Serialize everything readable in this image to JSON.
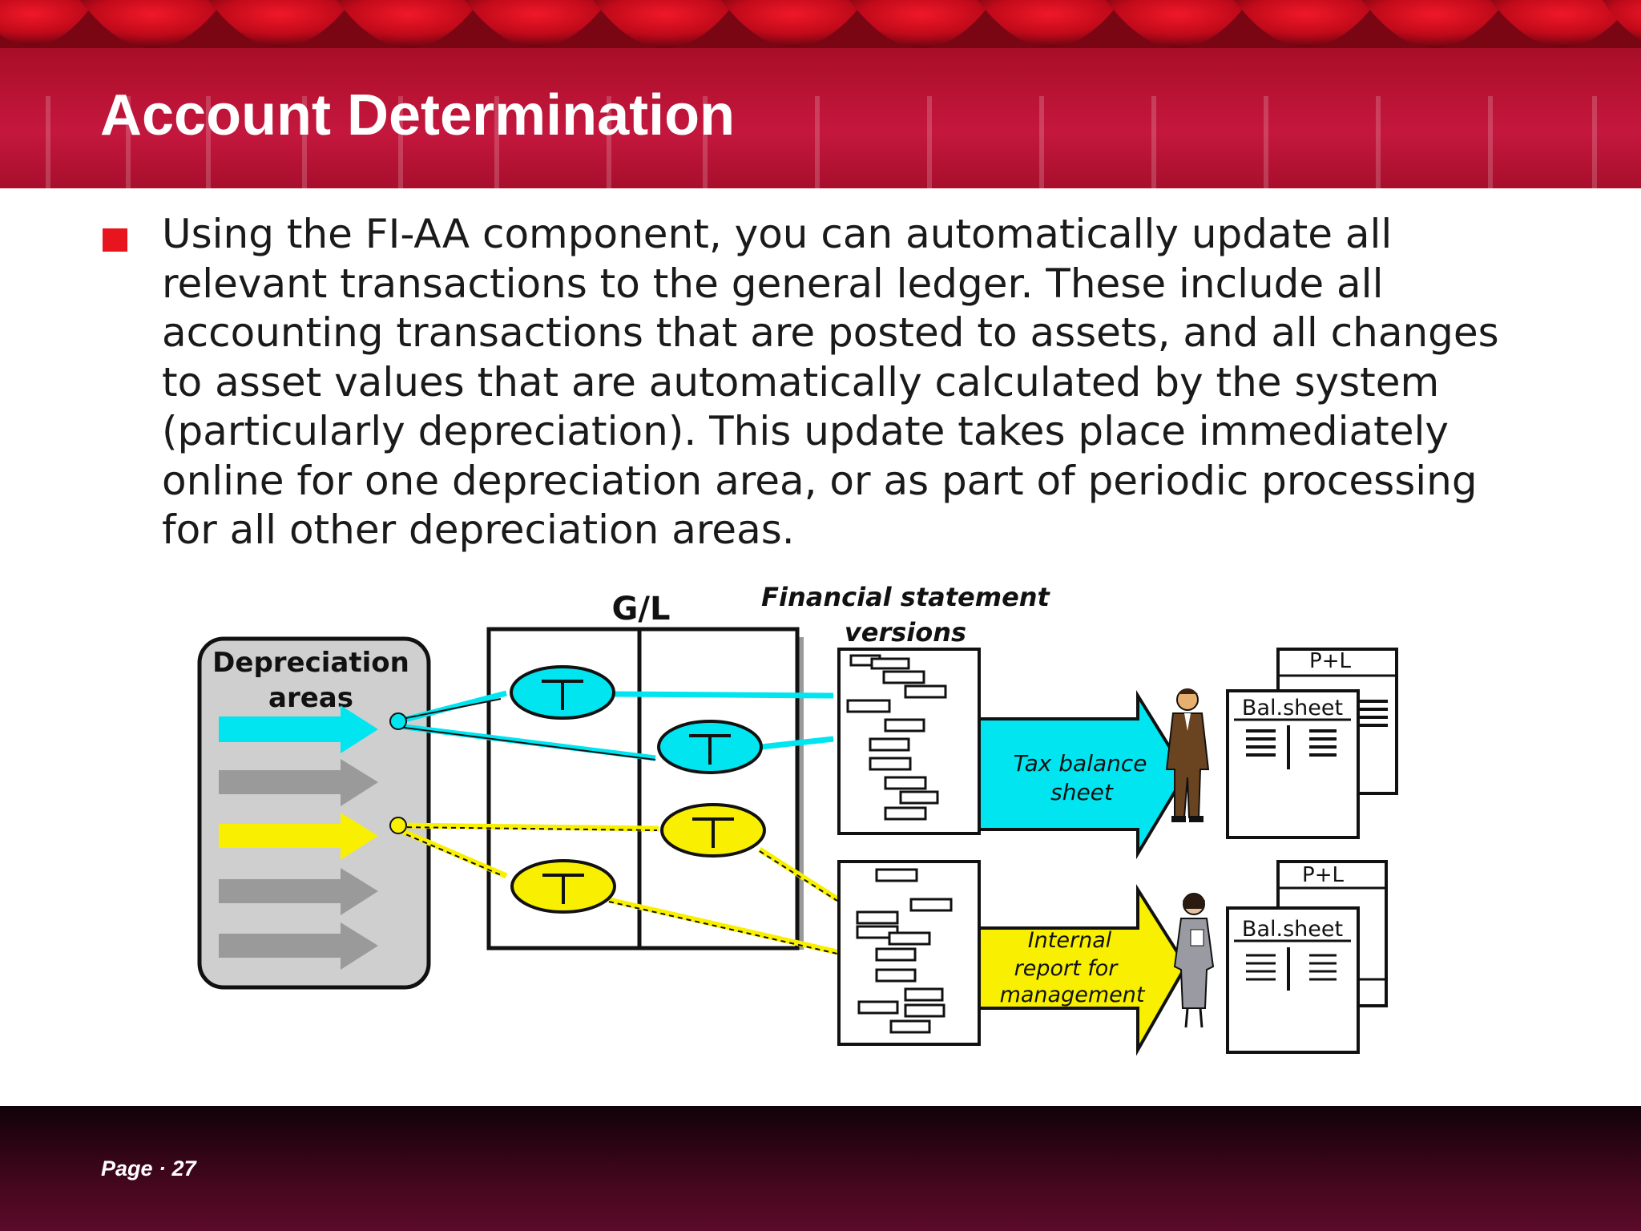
{
  "slide": {
    "title": "Account Determination",
    "bullet_text": "Using the FI-AA component, you can automatically update all relevant transactions to the general ledger. These include all accounting transactions that are posted to assets, and all changes to asset values that are automatically calculated by the system (particularly depreciation). This update takes place immediately online for one depreciation area, or as part of periodic processing for all other depreciation areas.",
    "page_label": "Page",
    "page_number": "27"
  },
  "diagram": {
    "depreciation_areas_line1": "Depreciation",
    "depreciation_areas_line2": "areas",
    "gl_label": "G/L",
    "fs_versions_line1": "Financial statement",
    "fs_versions_line2": "versions",
    "tax_balance_line1": "Tax balance",
    "tax_balance_line2": "sheet",
    "internal_report_line1": "Internal",
    "internal_report_line2": "report for",
    "internal_report_line3": "management",
    "pl_label_top": "P+L",
    "bal_sheet_top": "Bal.sheet",
    "pl_label_bottom": "P+L",
    "bal_sheet_bottom": "Bal.sheet"
  },
  "colors": {
    "header_red": "#b0102c",
    "bullet_red": "#e8141e",
    "cyan": "#00e5f0",
    "yellow": "#f8f000",
    "gray_arrow": "#9a9a9a",
    "panel_gray": "#cfcfcf",
    "footer_maroon": "#4a0820"
  },
  "icons": {
    "header_background": "red-curtain-drape",
    "tax_person": "businessman-figure",
    "report_person": "businesswoman-figure"
  }
}
